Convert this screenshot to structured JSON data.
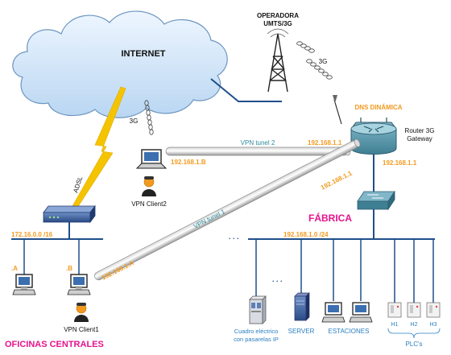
{
  "labels": {
    "internet": "INTERNET",
    "operator_line1": "OPERADORA",
    "operator_line2": "UMTS/3G",
    "g3_tower": "3G",
    "g3_client": "3G",
    "dns": "DNS DINÁMICA",
    "router_line1": "Router 3G",
    "router_line2": "Gateway",
    "ip_router_left": "192.168.1.1",
    "ip_router_right": "192.168.1.1",
    "ip_tunnel1_router": "192.168.1.1",
    "vpn_tunel2": "VPN tunel 2",
    "vpn_tunel1": "VPN tunel 1",
    "ip_client2": "192.168.1.B",
    "vpn_client2": "VPN Client2",
    "adsl": "ADSL",
    "fabrica": "FÁBRICA",
    "ip_central_net": "172.16.0.0 /16",
    "pc_a": ".A",
    "pc_b": ".B",
    "ip_client1": "192.168.1.A",
    "vpn_client1": "VPN Client1",
    "oficinas": "OFICINAS CENTRALES",
    "dots_bus": ". . .",
    "ip_factory_net": "192.168.1.0 /24",
    "dots_devices": ". . .",
    "cuadro_line1": "Cuadro eléctrico",
    "cuadro_line2": "con pasarelas IP",
    "server": "SERVER",
    "estaciones": "ESTACIONES",
    "h1": "H1",
    "h2": "H2",
    "h3": "H3",
    "plcs": "PLC's"
  },
  "colors": {
    "orange_ip": "#f29a1f",
    "magenta": "#e6148c",
    "blue_text": "#2a7fc0",
    "teal_text": "#2a8a9a",
    "lightning": "#f5c400",
    "link_blue": "#1f4f8a",
    "cloud": "#cfe3f7"
  },
  "icons": [
    "cloud-icon",
    "radio-tower-icon",
    "router-icon",
    "network-switch-icon",
    "modem-icon",
    "desktop-pc-icon",
    "laptop-icon",
    "user-icon",
    "electrical-cabinet-icon",
    "server-icon",
    "workstation-icon",
    "plc-icon"
  ]
}
